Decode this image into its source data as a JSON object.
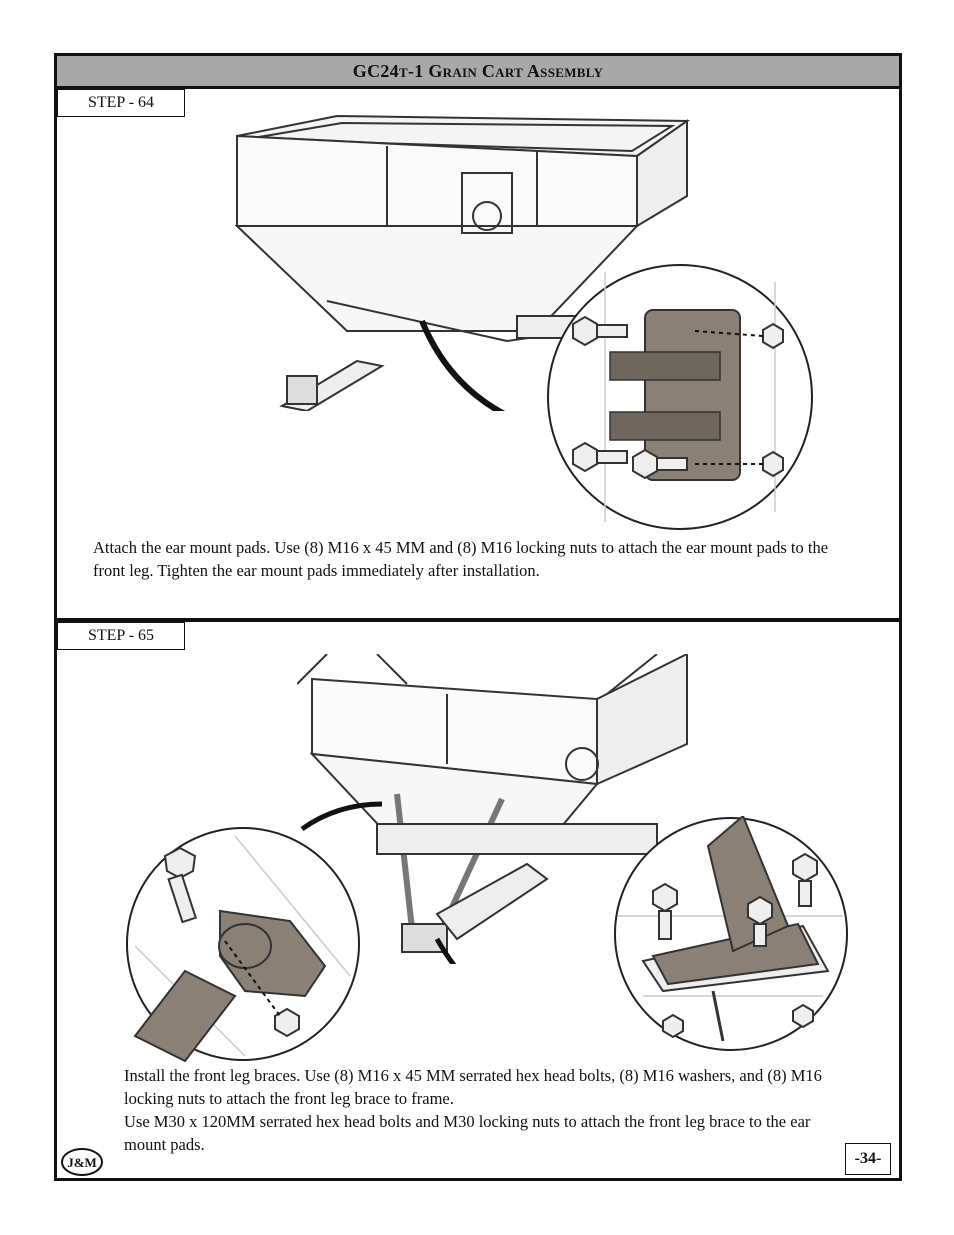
{
  "header": {
    "title": "GC24t-1 Grain Cart Assembly"
  },
  "steps": [
    {
      "label": "STEP - 64",
      "text": "Attach the ear mount pads. Use (8) M16 x 45 MM and (8) M16 locking nuts to attach the ear mount pads to the front leg. Tighten the ear mount pads immediately after installation."
    },
    {
      "label": "STEP - 65",
      "text_line1": "Install the front leg braces. Use (8) M16 x 45 MM serrated hex head bolts, (8) M16 washers, and (8) M16 locking nuts to attach the front leg brace to frame.",
      "text_line2": "Use M30 x 120MM serrated hex head bolts and M30 locking nuts to attach the front leg brace to the ear mount pads."
    }
  ],
  "footer": {
    "logo_text": "J&M",
    "page_number": "-34-"
  },
  "colors": {
    "title_bar": "#a8a8a8",
    "part_fill": "#8a8076",
    "line": "#111111"
  }
}
